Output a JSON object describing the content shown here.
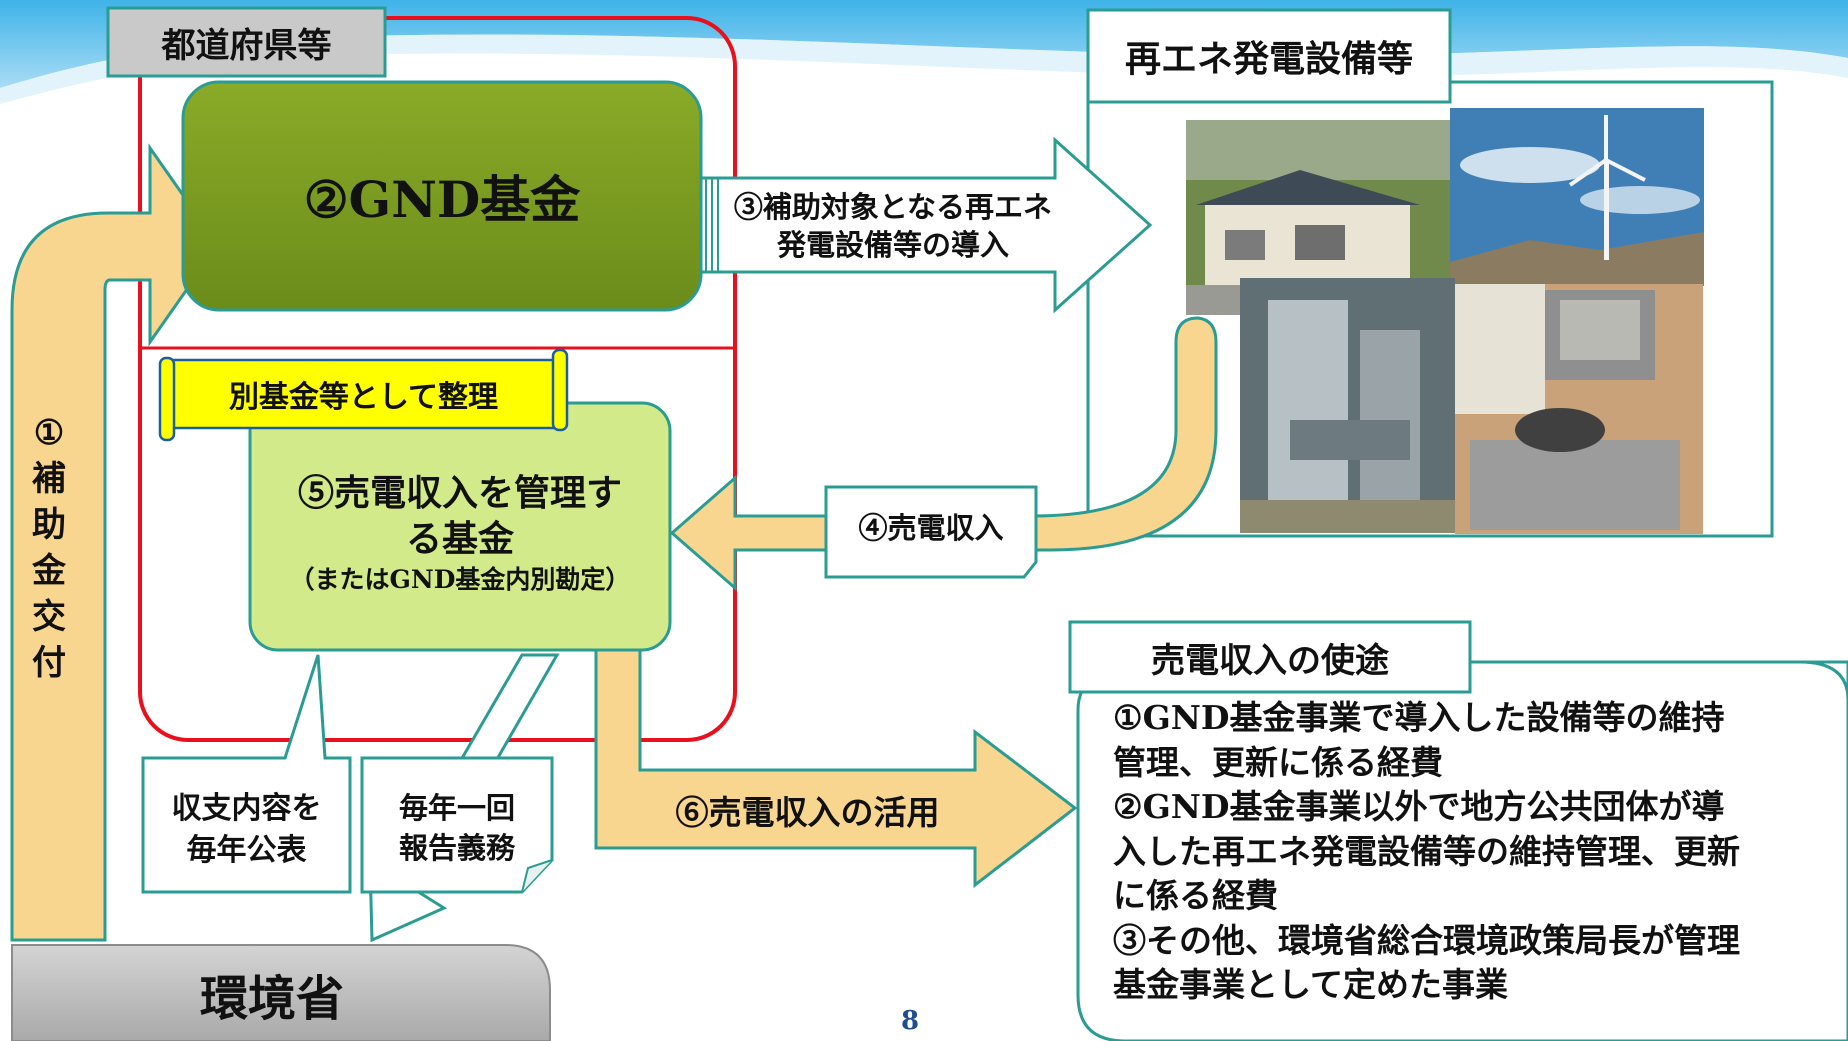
{
  "prefecture_label": "都道府県等",
  "renewable_label": "再エネ発電設備等",
  "gnd_fund": "②GND基金",
  "step3_label": [
    "③補助対象となる再エネ",
    "発電設備等の導入"
  ],
  "scroll_label": "別基金等として整理",
  "fund5": [
    "⑤売電収入を管理す",
    "る基金"
  ],
  "fund5_note": "（またはGND基金内別勘定）",
  "step4_label": "④売電収入",
  "step1_label": [
    "①",
    "補",
    "助",
    "金",
    "交",
    "付"
  ],
  "callout_publish": [
    "収支内容を",
    "毎年公表"
  ],
  "callout_report": [
    "毎年一回",
    "報告義務"
  ],
  "step6_label": "⑥売電収入の活用",
  "usage_title": "売電収入の使途",
  "usage_lines": [
    "①GND基金事業で導入した設備等の維持",
    "管理、更新に係る経費",
    "②GND基金事業以外で地方公共団体が導",
    "入した再エネ発電設備等の維持管理、更新",
    "に係る経費",
    "③その他、環境省総合環境政策局長が管理",
    "基金事業として定めた事業"
  ],
  "ministry": "環境省",
  "page_number": "8",
  "colors": {
    "green_dark": "#7a9a20",
    "green_light": "#d2ea8a",
    "arrow_orange": "#f8d68f",
    "red_frame": "#e8101c",
    "teal": "#2a9c93",
    "gray": "#bdbdbd",
    "yellow": "#ffff00"
  },
  "photos": [
    "building-solar-photo",
    "wind-turbine-photo",
    "biomass-plant-photo",
    "small-hydro-photo"
  ]
}
